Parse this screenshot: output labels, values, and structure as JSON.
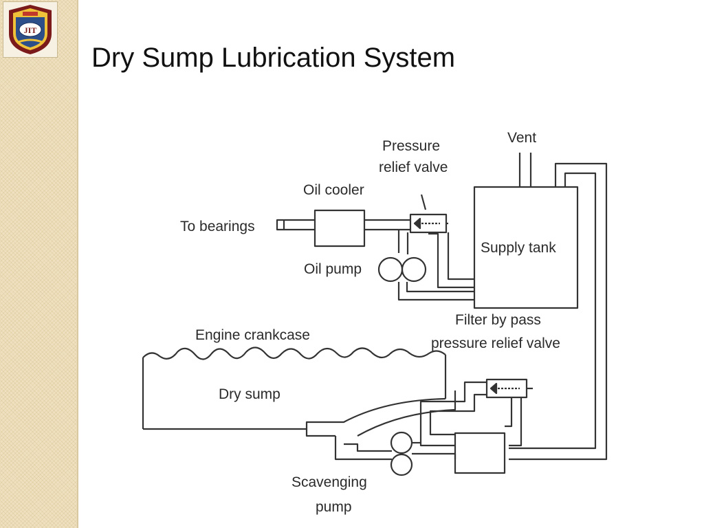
{
  "slide": {
    "title": "Dry Sump Lubrication System",
    "logo_text": "JIT"
  },
  "diagram": {
    "labels": {
      "pressure_relief_valve_1": "Pressure",
      "pressure_relief_valve_2": "relief valve",
      "vent": "Vent",
      "oil_cooler": "Oil cooler",
      "to_bearings": "To bearings",
      "supply_tank": "Supply tank",
      "oil_pump": "Oil pump",
      "filter_bypass_1": "Filter by pass",
      "filter_bypass_2": "pressure relief valve",
      "engine_crankcase": "Engine crankcase",
      "dry_sump": "Dry sump",
      "scavenging_pump_1": "Scavenging",
      "scavenging_pump_2": "pump"
    }
  }
}
